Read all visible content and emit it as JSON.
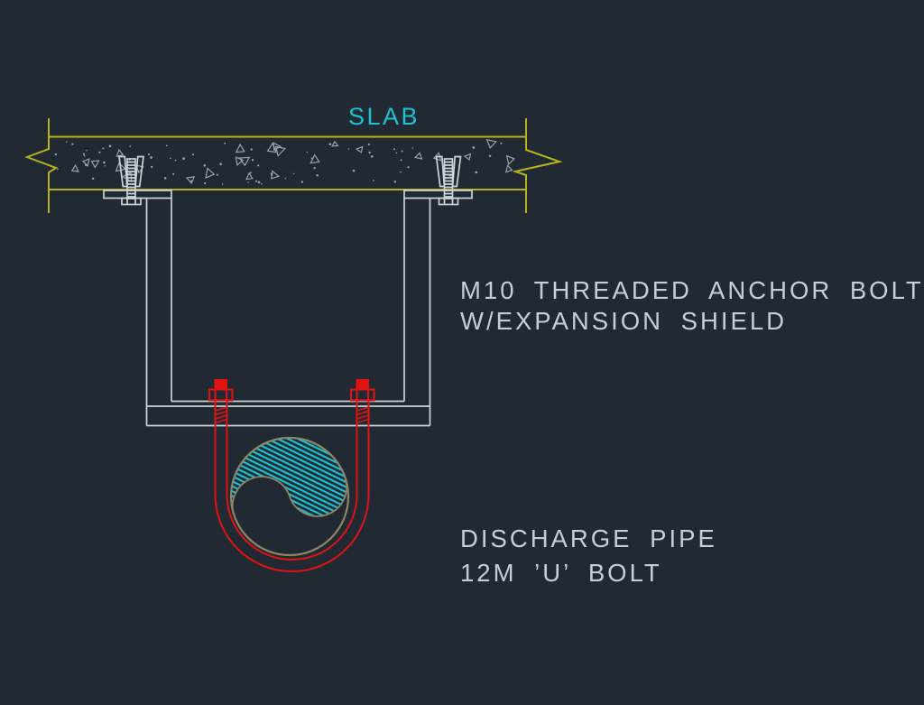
{
  "app": {
    "type": "cad-detail-drawing",
    "subject": "Discharge pipe hanger support detail"
  },
  "colors": {
    "background": "#212a33",
    "slab_yellow": "#b5b41e",
    "structure_white": "#ccd3d9",
    "ubolt_red": "#e01212",
    "cyan": "#1fc0d0",
    "pipe_tan": "#8d8466",
    "speckle_gray": "#99a1a9",
    "text_gray": "#c7cdd4"
  },
  "labels": {
    "slab": "SLAB",
    "anchor_note_line1": "M10 THREADED ANCHOR BOLT",
    "anchor_note_line2": "W/EXPANSION SHIELD",
    "pipe_note_line1": "DISCHARGE PIPE",
    "pipe_note_line2": "12M ’U’ BOLT"
  }
}
